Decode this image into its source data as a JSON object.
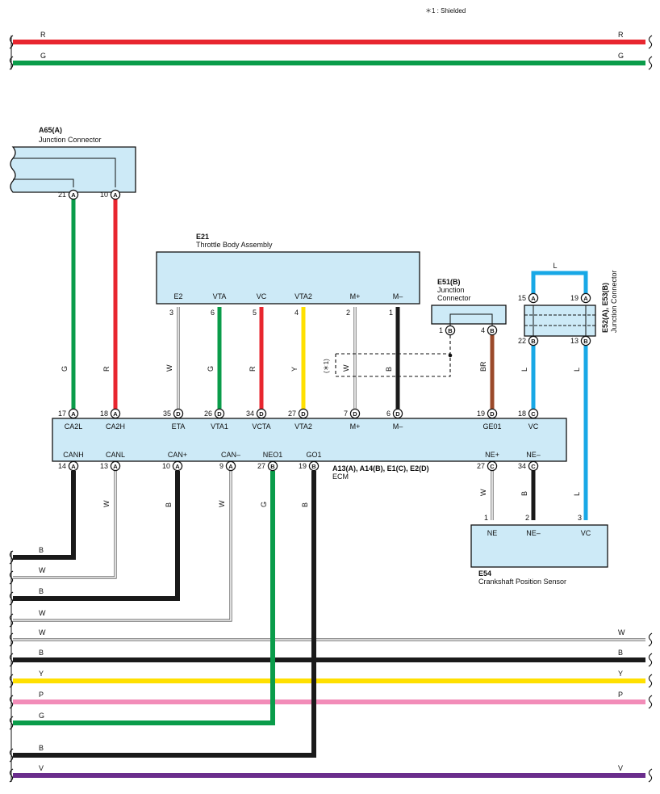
{
  "note": "＊1 : Shielded",
  "colors": {
    "R": "#e8262f",
    "G": "#0a9c4a",
    "L": "#18a8e6",
    "Y": "#ffe000",
    "B": "#1a1a1a",
    "W": "#c8c8c8",
    "BR": "#9b4a2a",
    "P": "#f28cb8",
    "V": "#6a2d8c",
    "box": "#cdeaf7"
  },
  "top_wires": [
    {
      "color": "R",
      "label": "R"
    },
    {
      "color": "G",
      "label": "G"
    }
  ],
  "components": {
    "a65": {
      "code": "A65(A)",
      "name": "Junction Connector"
    },
    "e21": {
      "code": "E21",
      "name": "Throttle Body Assembly"
    },
    "e51": {
      "code": "E51(B)",
      "name1": "Junction",
      "name2": "Connector"
    },
    "e52": {
      "code": "E52(A), E53(B)",
      "name": "Junction Connector"
    },
    "ecm": {
      "code": "A13(A), A14(B), E1(C), E2(D)",
      "name": "ECM"
    },
    "e54": {
      "code": "E54",
      "name": "Crankshaft Position Sensor"
    }
  },
  "a65_pins": [
    {
      "num": "21",
      "conn": "A"
    },
    {
      "num": "10",
      "conn": "A"
    }
  ],
  "e21_pins": [
    {
      "num": "3",
      "name": "E2",
      "wire": "W"
    },
    {
      "num": "6",
      "name": "VTA",
      "wire": "G"
    },
    {
      "num": "5",
      "name": "VC",
      "wire": "R"
    },
    {
      "num": "4",
      "name": "VTA2",
      "wire": "Y"
    },
    {
      "num": "2",
      "name": "M+",
      "wire": "W"
    },
    {
      "num": "1",
      "name": "M–",
      "wire": "B"
    }
  ],
  "shield_label": "(＊1)",
  "e51_pins": [
    {
      "num": "1",
      "conn": "B"
    },
    {
      "num": "4",
      "conn": "B",
      "wire": "BR"
    }
  ],
  "e52_pins": [
    {
      "num": "15",
      "conn": "A"
    },
    {
      "num": "19",
      "conn": "A"
    },
    {
      "num": "22",
      "conn": "B",
      "wire": "L"
    },
    {
      "num": "13",
      "conn": "B",
      "wire": "L"
    }
  ],
  "e52_link_label": "L",
  "ecm_top_pins": [
    {
      "num": "17",
      "conn": "A",
      "name": "CA2L"
    },
    {
      "num": "18",
      "conn": "A",
      "name": "CA2H"
    },
    {
      "num": "35",
      "conn": "D",
      "name": "ETA"
    },
    {
      "num": "26",
      "conn": "D",
      "name": "VTA1"
    },
    {
      "num": "34",
      "conn": "D",
      "name": "VCTA"
    },
    {
      "num": "27",
      "conn": "D",
      "name": "VTA2"
    },
    {
      "num": "7",
      "conn": "D",
      "name": "M+"
    },
    {
      "num": "6",
      "conn": "D",
      "name": "M–"
    },
    {
      "num": "19",
      "conn": "D",
      "name": "GE01"
    },
    {
      "num": "18",
      "conn": "C",
      "name": "VC"
    }
  ],
  "ecm_bottom_pins": [
    {
      "num": "14",
      "conn": "A",
      "name": "CANH",
      "wire": "B"
    },
    {
      "num": "13",
      "conn": "A",
      "name": "CANL",
      "wire": "W"
    },
    {
      "num": "10",
      "conn": "A",
      "name": "CAN+",
      "wire": "B"
    },
    {
      "num": "9",
      "conn": "A",
      "name": "CAN–",
      "wire": "W"
    },
    {
      "num": "27",
      "conn": "B",
      "name": "NEO1",
      "wire": "G"
    },
    {
      "num": "19",
      "conn": "B",
      "name": "GO1",
      "wire": "B"
    },
    {
      "num": "27",
      "conn": "C",
      "name": "NE+",
      "wire": "W"
    },
    {
      "num": "34",
      "conn": "C",
      "name": "NE–",
      "wire": "B"
    }
  ],
  "ecm_left_wires": [
    "G",
    "R"
  ],
  "e54_pins": [
    {
      "num": "1",
      "name": "NE"
    },
    {
      "num": "2",
      "name": "NE–"
    },
    {
      "num": "3",
      "name": "VC",
      "wire": "L"
    }
  ],
  "bottom_wires": [
    {
      "color": "B",
      "label": "B"
    },
    {
      "color": "W",
      "label": "W"
    },
    {
      "color": "B",
      "label": "B"
    },
    {
      "color": "W",
      "label": "W"
    },
    {
      "color": "W",
      "label": "W",
      "right_label": "W"
    },
    {
      "color": "B",
      "label": "B",
      "right_label": "B"
    },
    {
      "color": "Y",
      "label": "Y",
      "right_label": "Y"
    },
    {
      "color": "P",
      "label": "P",
      "right_label": "P"
    },
    {
      "color": "G",
      "label": "G"
    },
    {
      "color": "B",
      "label": "B"
    },
    {
      "color": "V",
      "label": "V",
      "right_label": "V"
    }
  ]
}
